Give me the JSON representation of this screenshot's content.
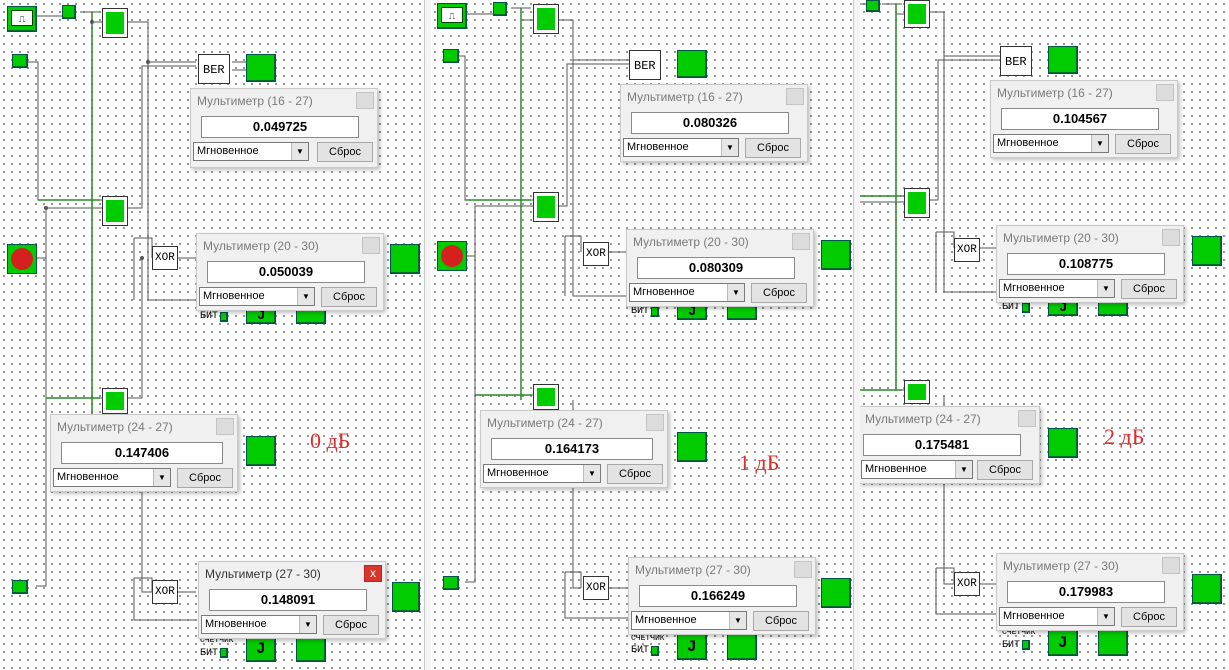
{
  "window": {
    "select_value": "Мгновенное",
    "reset_label": "Сброс"
  },
  "labels": {
    "ber": "BER",
    "xor": "XOR",
    "counter_top": "СЧЕТЧИК",
    "counter_bottom": "БИТ",
    "j": "J"
  },
  "panels": [
    {
      "snr_label": "0 дБ",
      "meters": [
        {
          "title": "Мультиметр (16 - 27)",
          "value": "0.049725"
        },
        {
          "title": "Мультиметр (20 - 30)",
          "value": "0.050039"
        },
        {
          "title": "Мультиметр (24 - 27)",
          "value": "0.147406"
        },
        {
          "title": "Мультиметр (27 - 30)",
          "value": "0.148091"
        }
      ]
    },
    {
      "snr_label": "1 дБ",
      "meters": [
        {
          "title": "Мультиметр (16 - 27)",
          "value": "0.080326"
        },
        {
          "title": "Мультиметр (20 - 30)",
          "value": "0.080309"
        },
        {
          "title": "Мультиметр (24 - 27)",
          "value": "0.164173"
        },
        {
          "title": "Мультиметр (27 - 30)",
          "value": "0.166249"
        }
      ]
    },
    {
      "snr_label": "2 дБ",
      "meters": [
        {
          "title": "Мультиметр (16 - 27)",
          "value": "0.104567"
        },
        {
          "title": "Мультиметр (20 - 30)",
          "value": "0.108775"
        },
        {
          "title": "Мультиметр (24 - 27)",
          "value": "0.175481"
        },
        {
          "title": "Мультиметр (27 - 30)",
          "value": "0.179983"
        }
      ]
    }
  ],
  "colors": {
    "block_green": "#00cc00",
    "label_red": "#e12b2b",
    "wire": "#555555"
  }
}
